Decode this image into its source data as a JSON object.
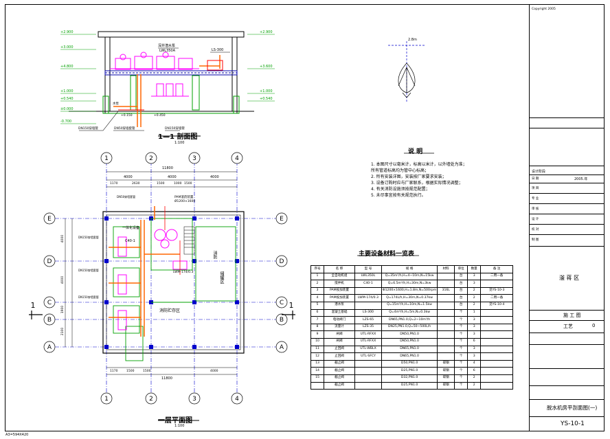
{
  "section_view": {
    "title": "1—1 剖面图",
    "scale": "1:100",
    "elev_left": [
      "+2.900",
      "+3.000",
      "+4.800",
      "+1.000",
      "+0.540",
      "±0.000",
      "-0.700"
    ],
    "elev_right": [
      "+2.900",
      "+3.600",
      "+1.000",
      "+0.540"
    ],
    "labels": [
      "深井潜水泵",
      "LWL350A",
      "LS-300",
      "DN150穿墙管",
      "DN150穿墙管",
      "DN50穿墙套管",
      "水泵",
      "+0.450",
      "+0.150"
    ]
  },
  "plan_view": {
    "title": "一层平面图",
    "scale": "1:100",
    "axis_cols": [
      "1",
      "2",
      "3",
      "4"
    ],
    "axis_rows": [
      "E",
      "D",
      "C",
      "B",
      "A"
    ],
    "total_width": "11800",
    "top_dims": [
      "4000",
      "4000",
      "4000"
    ],
    "sub_dims": [
      "1170",
      "2630",
      "1500",
      "1000",
      "1500"
    ],
    "bottom_dims": [
      "1170",
      "1500",
      "1500",
      "4000"
    ],
    "left_dims": [
      "4000",
      "4000",
      "1900",
      "2100"
    ],
    "room_labels": [
      "消防贮存区",
      "消防",
      "储罐区",
      "一体化设备"
    ],
    "equipment_labels": [
      "C40-1",
      "DN50穿墙套管",
      "DN150穿墙套管",
      "DN150穿墙套管",
      "DN150穿墙套管",
      "PAM溶药装置",
      "Ø1200×1600",
      "LWM-174/0.3"
    ],
    "section_mark": "1"
  },
  "small_detail": {
    "label": "2.8m"
  },
  "notes": {
    "title": "说  明",
    "items": [
      "1. 本图尺寸以毫米计，标高以米计，以外墙处为准；",
      "   所有管道标高均为管中心标高；",
      "2. 所有安装详图，安装按厂家要求安装；",
      "3. 设备订购时应与厂家联系，根据实际情况调整；",
      "4. 有关消防设施须按规范配置；",
      "5. 未尽事宜按有关规范执行。"
    ]
  },
  "materials": {
    "title": "主要设备材料一览表",
    "headers": [
      "序号",
      "名  称",
      "型  号",
      "规  格",
      "材料",
      "单位",
      "数量",
      "备  注"
    ],
    "rows": [
      [
        "1",
        "全自动机组",
        "LWL350L",
        "Q=35m³/h,H=4~10m,N=15kw",
        "",
        "台",
        "3",
        "二用一备"
      ],
      [
        "2",
        "搅拌机",
        "C40-1",
        "Q=6.5m³/h,H=30m,N=3kw",
        "",
        "台",
        "3",
        ""
      ],
      [
        "3",
        "PAM投加装置",
        "",
        "Φ1200×1600,H=1.8m,N=500rpm",
        "316L",
        "台",
        "2",
        "见YS-10-3"
      ],
      [
        "4",
        "PAM投加装置",
        "LWM-174/0.3",
        "Q=174L/h,H=30m,N=0.37kw",
        "",
        "台",
        "2",
        "二用一备"
      ],
      [
        "5",
        "潜水泵",
        "",
        "Q=15m³/h,H=10m,N=1.5kw",
        "",
        "台",
        "2",
        "见YS-10-4"
      ],
      [
        "6",
        "混凝土基础",
        "LS-300",
        "Q=4m³/h,H=5m,N=0.3kw",
        "",
        "个",
        "1",
        ""
      ],
      [
        "7",
        "电动阀门",
        "LZS-65",
        "DN65,PN1.0,Q=2~10m³/h",
        "",
        "个",
        "3",
        ""
      ],
      [
        "8",
        "流量计",
        "LZS-35",
        "DN25,PN1.0,Q=50~500L/h",
        "",
        "个",
        "3",
        ""
      ],
      [
        "9",
        "闸阀",
        "UTL-RFXX",
        "DN50,PN1.0",
        "",
        "个",
        "3",
        ""
      ],
      [
        "10",
        "闸阀",
        "UTL-RFXX",
        "DN50,PN1.0",
        "",
        "个",
        "6",
        ""
      ],
      [
        "11",
        "止回阀",
        "UTL-WBLX",
        "DN65,PN1.0",
        "",
        "个",
        "3",
        ""
      ],
      [
        "12",
        "止回阀",
        "UTL-SFCY",
        "DN65,PN1.0",
        "",
        "个",
        "3",
        ""
      ],
      [
        "13",
        "截止阀",
        "",
        "D50,PN1.0",
        "碳钢",
        "个",
        "4",
        ""
      ],
      [
        "14",
        "截止阀",
        "",
        "D25,PN1.0",
        "碳钢",
        "个",
        "6",
        ""
      ],
      [
        "15",
        "截止阀",
        "",
        "D32,PN1.0",
        "碳钢",
        "个",
        "2",
        ""
      ],
      [
        "",
        "截止阀",
        "",
        "D25,PN1.0",
        "碳钢",
        "个",
        "2",
        ""
      ]
    ]
  },
  "title_block": {
    "copyright": "Copyright 2005",
    "design_stage": "施 工 图",
    "discipline": "工艺",
    "project": "设计阶段",
    "drawing_title": "脱水机房平剖面图(一)",
    "drawing_no": "YS-10-1",
    "zone": "滏 蒋 区",
    "year": "2005.年",
    "rev": "0",
    "rows": [
      "日 期",
      "项 目",
      "专 业",
      "审 核",
      "设 计",
      "校 对",
      "制 图"
    ]
  },
  "sheet_size": "A3=594X420",
  "colors": {
    "wall": "#0000aa",
    "green": "#00a000",
    "magenta": "#ff00ff",
    "orange": "#ff6600",
    "red": "#ff0000",
    "axis": "#0000cc"
  }
}
